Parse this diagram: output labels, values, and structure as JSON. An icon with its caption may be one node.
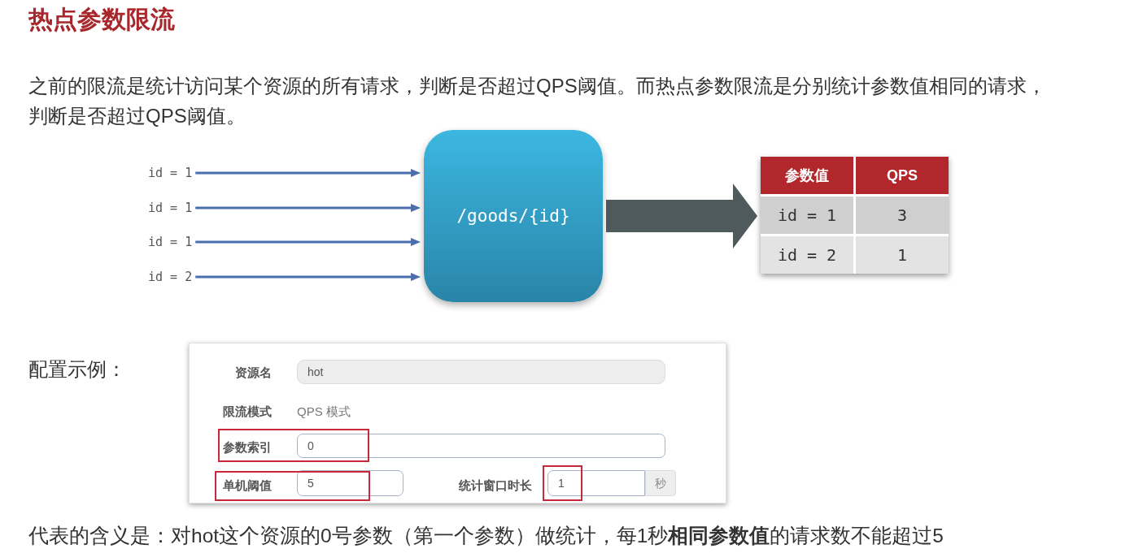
{
  "diagram": {
    "title": "热点参数限流",
    "nodes": [
      {
        "text": [
          "id = 1"
        ]
      },
      {
        "text": [
          "id = 1"
        ]
      },
      {
        "text": [
          "id = 1"
        ]
      },
      {
        "text": [
          "id = 2"
        ]
      },
      {
        "text": [
          "/goods/{id}"
        ]
      },
      {
        "text": [
          "参数值",
          "QPS",
          "id = 1",
          "3",
          "id = 2",
          "1"
        ]
      }
    ],
    "edges": [
      {
        "from": 0,
        "to": 4,
        "arrow": "to"
      },
      {
        "from": 1,
        "to": 4,
        "arrow": "to"
      },
      {
        "from": 2,
        "to": 4,
        "arrow": "to"
      },
      {
        "from": 3,
        "to": 4,
        "arrow": "to"
      },
      {
        "from": 4,
        "to": 5,
        "arrow": "to",
        "style": "thick",
        "color": "#4f5a5c"
      }
    ],
    "labels": [
      "之前的限流是统计访问某个资源的所有请求，判断是否超过QPS阈值。而热点参数限流是分别统计参数值相同的请求，判断是否超过QPS阈值。",
      "配置示例：",
      "资源名",
      "hot",
      "限流模式",
      "QPS 模式",
      "参数索引",
      "0",
      "单机阈值",
      "5",
      "统计窗口时长",
      "1",
      "秒"
    ],
    "caption": "代表的含义是：对hot这个资源的0号参数（第一个参数）做统计，每1秒**相同参数值**的请求数不能超过5"
  }
}
